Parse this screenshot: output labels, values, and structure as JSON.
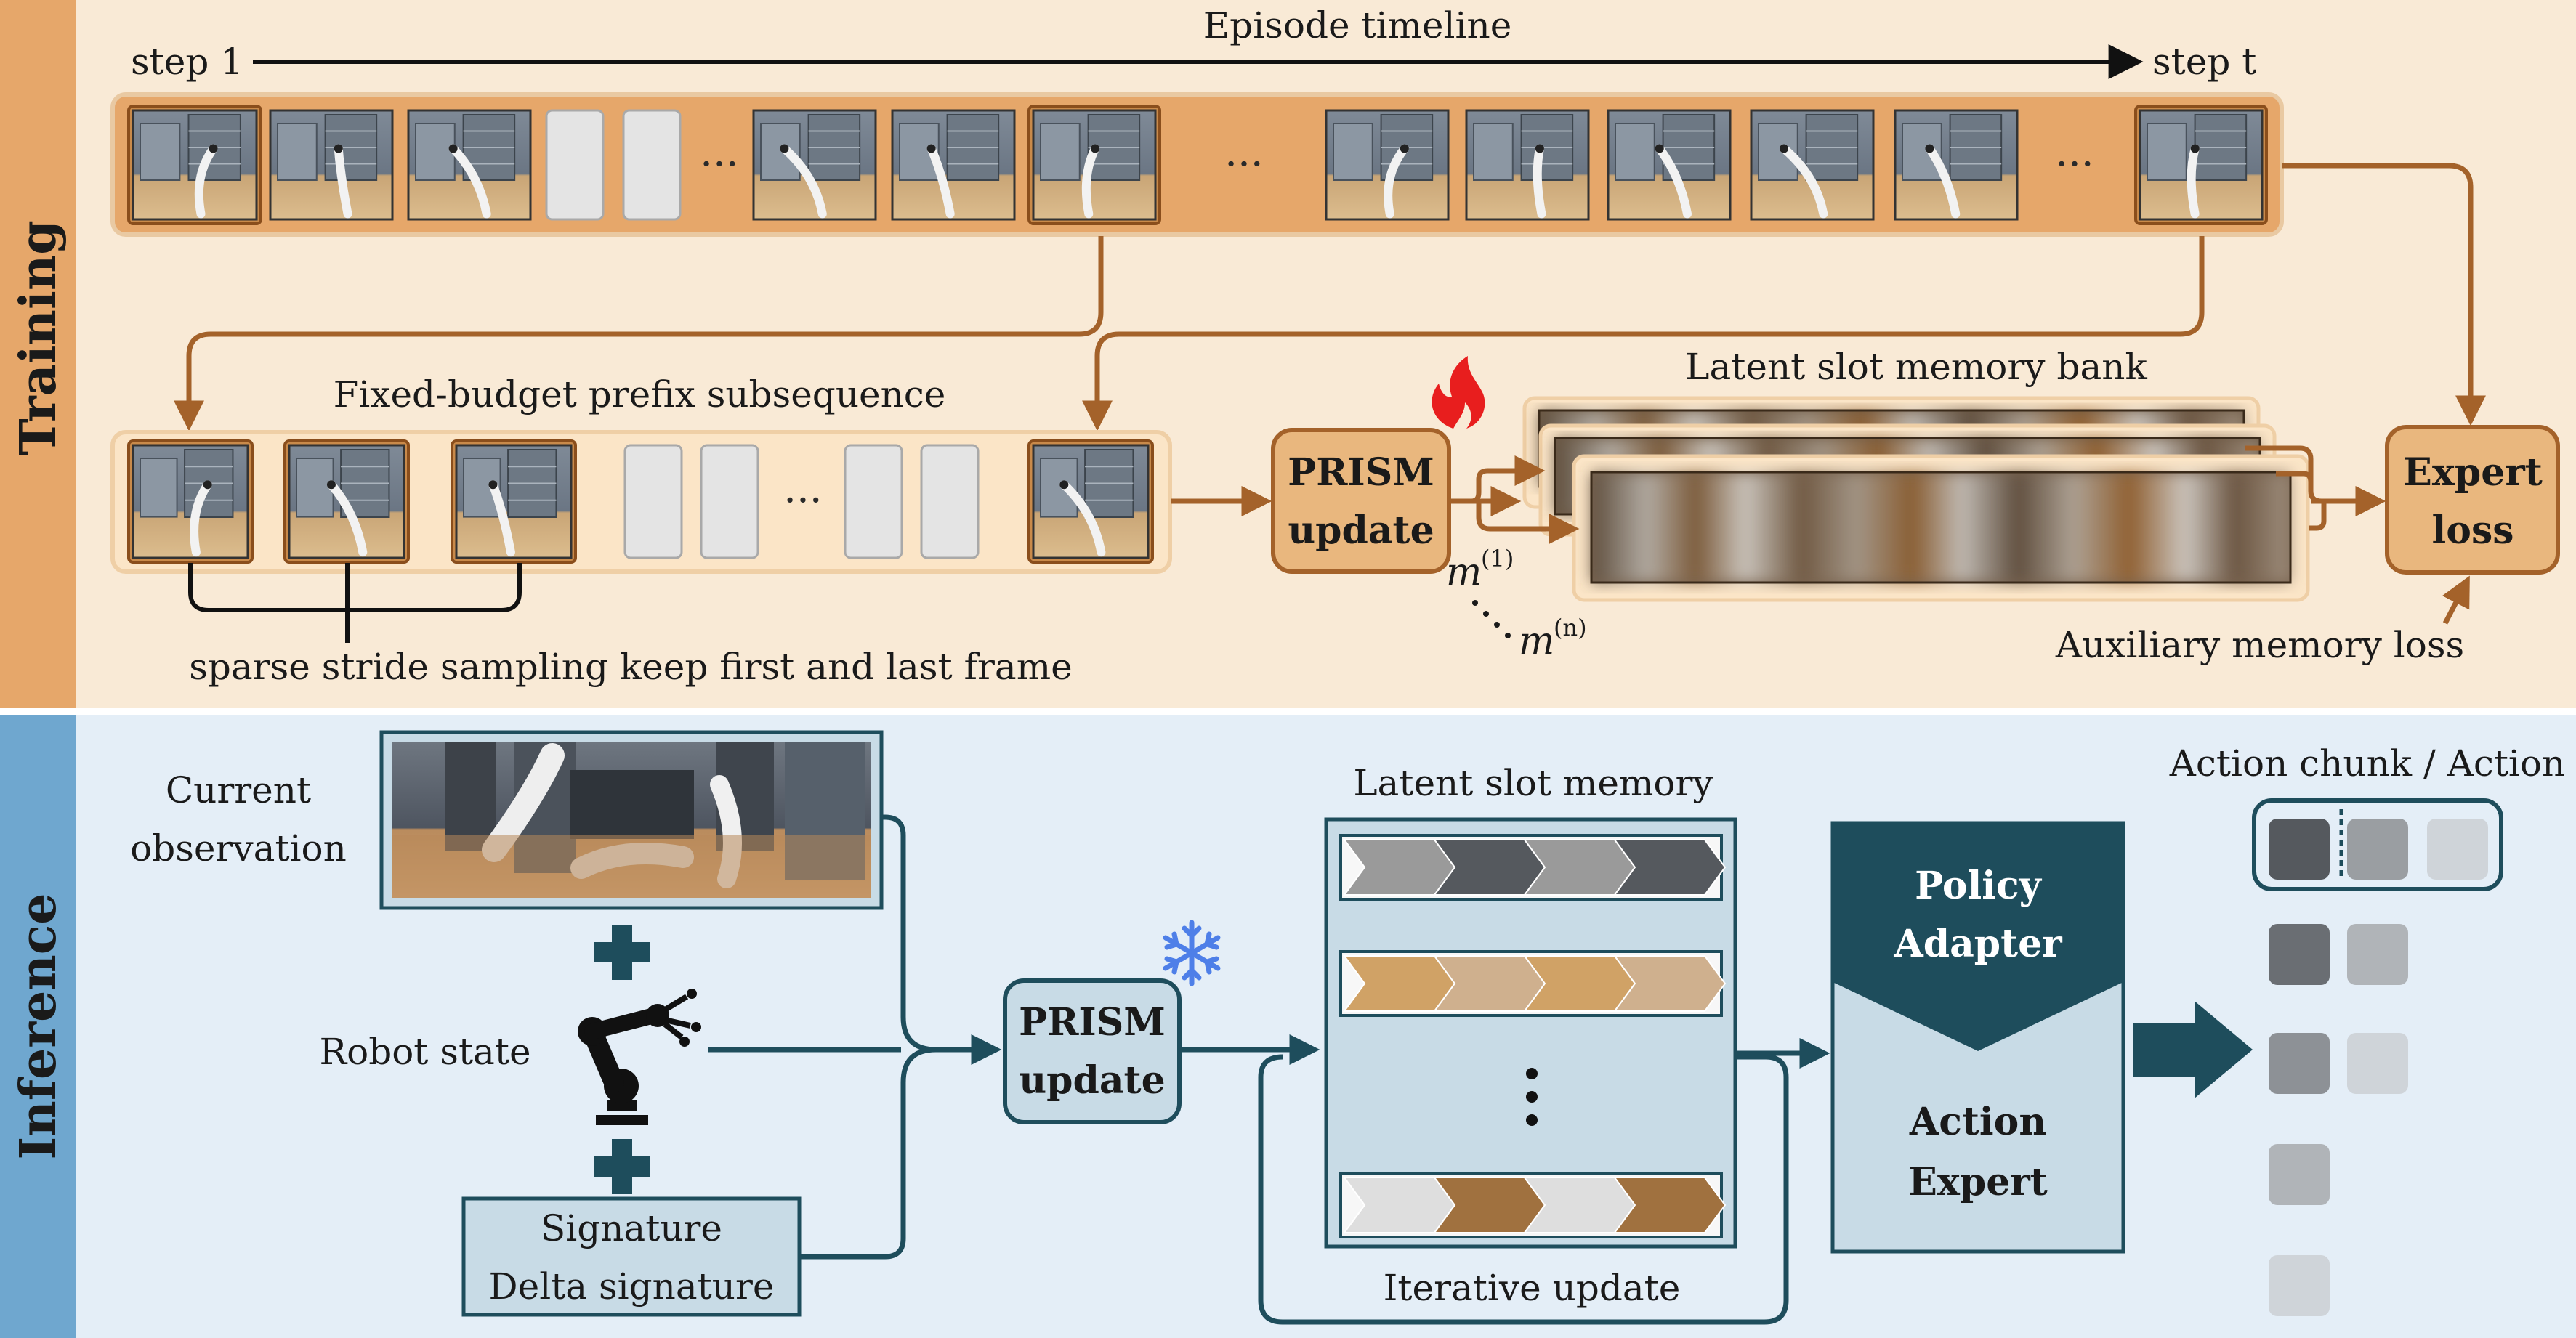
{
  "training": {
    "section_label": "Training",
    "timeline_title": "Episode timeline",
    "step_start": "step 1",
    "step_end": "step t",
    "ellipsis": "···",
    "prefix_title": "Fixed-budget prefix subsequence",
    "sampling_note": "sparse stride sampling keep first and last frame",
    "prism_line1": "PRISM",
    "prism_line2": "update",
    "memory_bank_title": "Latent slot memory bank",
    "slot_first": "m",
    "slot_first_sup": "(1)",
    "slot_last": "m",
    "slot_last_sup": "(n)",
    "expert_line1": "Expert",
    "expert_line2": "loss",
    "aux_loss": "Auxiliary memory loss"
  },
  "inference": {
    "section_label": "Inference",
    "observation_line1": "Current",
    "observation_line2": "observation",
    "robot_state": "Robot state",
    "signature_line1": "Signature",
    "signature_line2": "Delta signature",
    "prism_line1": "PRISM",
    "prism_line2": "update",
    "memory_title": "Latent slot memory",
    "iterative_update": "Iterative update",
    "policy_line1": "Policy",
    "policy_line2": "Adapter",
    "action_line1": "Action",
    "action_line2": "Expert",
    "action_chunk_title": "Action chunk / Action"
  },
  "colors": {
    "training_bg": "#f9ead6",
    "training_band": "#e6a76a",
    "training_accent": "#a4622a",
    "inference_bg": "#e4eef7",
    "inference_band": "#6fa7cf",
    "inference_accent": "#1e4d5c",
    "fire": "#e81e1e",
    "snowflake": "#4e7fe8"
  }
}
